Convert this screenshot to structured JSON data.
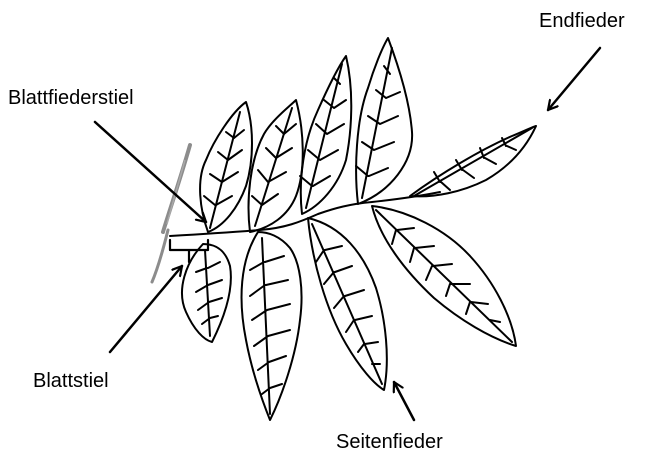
{
  "labels": {
    "endfieder": "Endfieder",
    "blattfiederstiel": "Blattfiederstiel",
    "blattstiel": "Blattstiel",
    "seitenfieder": "Seitenfieder"
  },
  "colors": {
    "ink": "#000000",
    "branch": "#8c8c8c",
    "background": "#ffffff"
  }
}
